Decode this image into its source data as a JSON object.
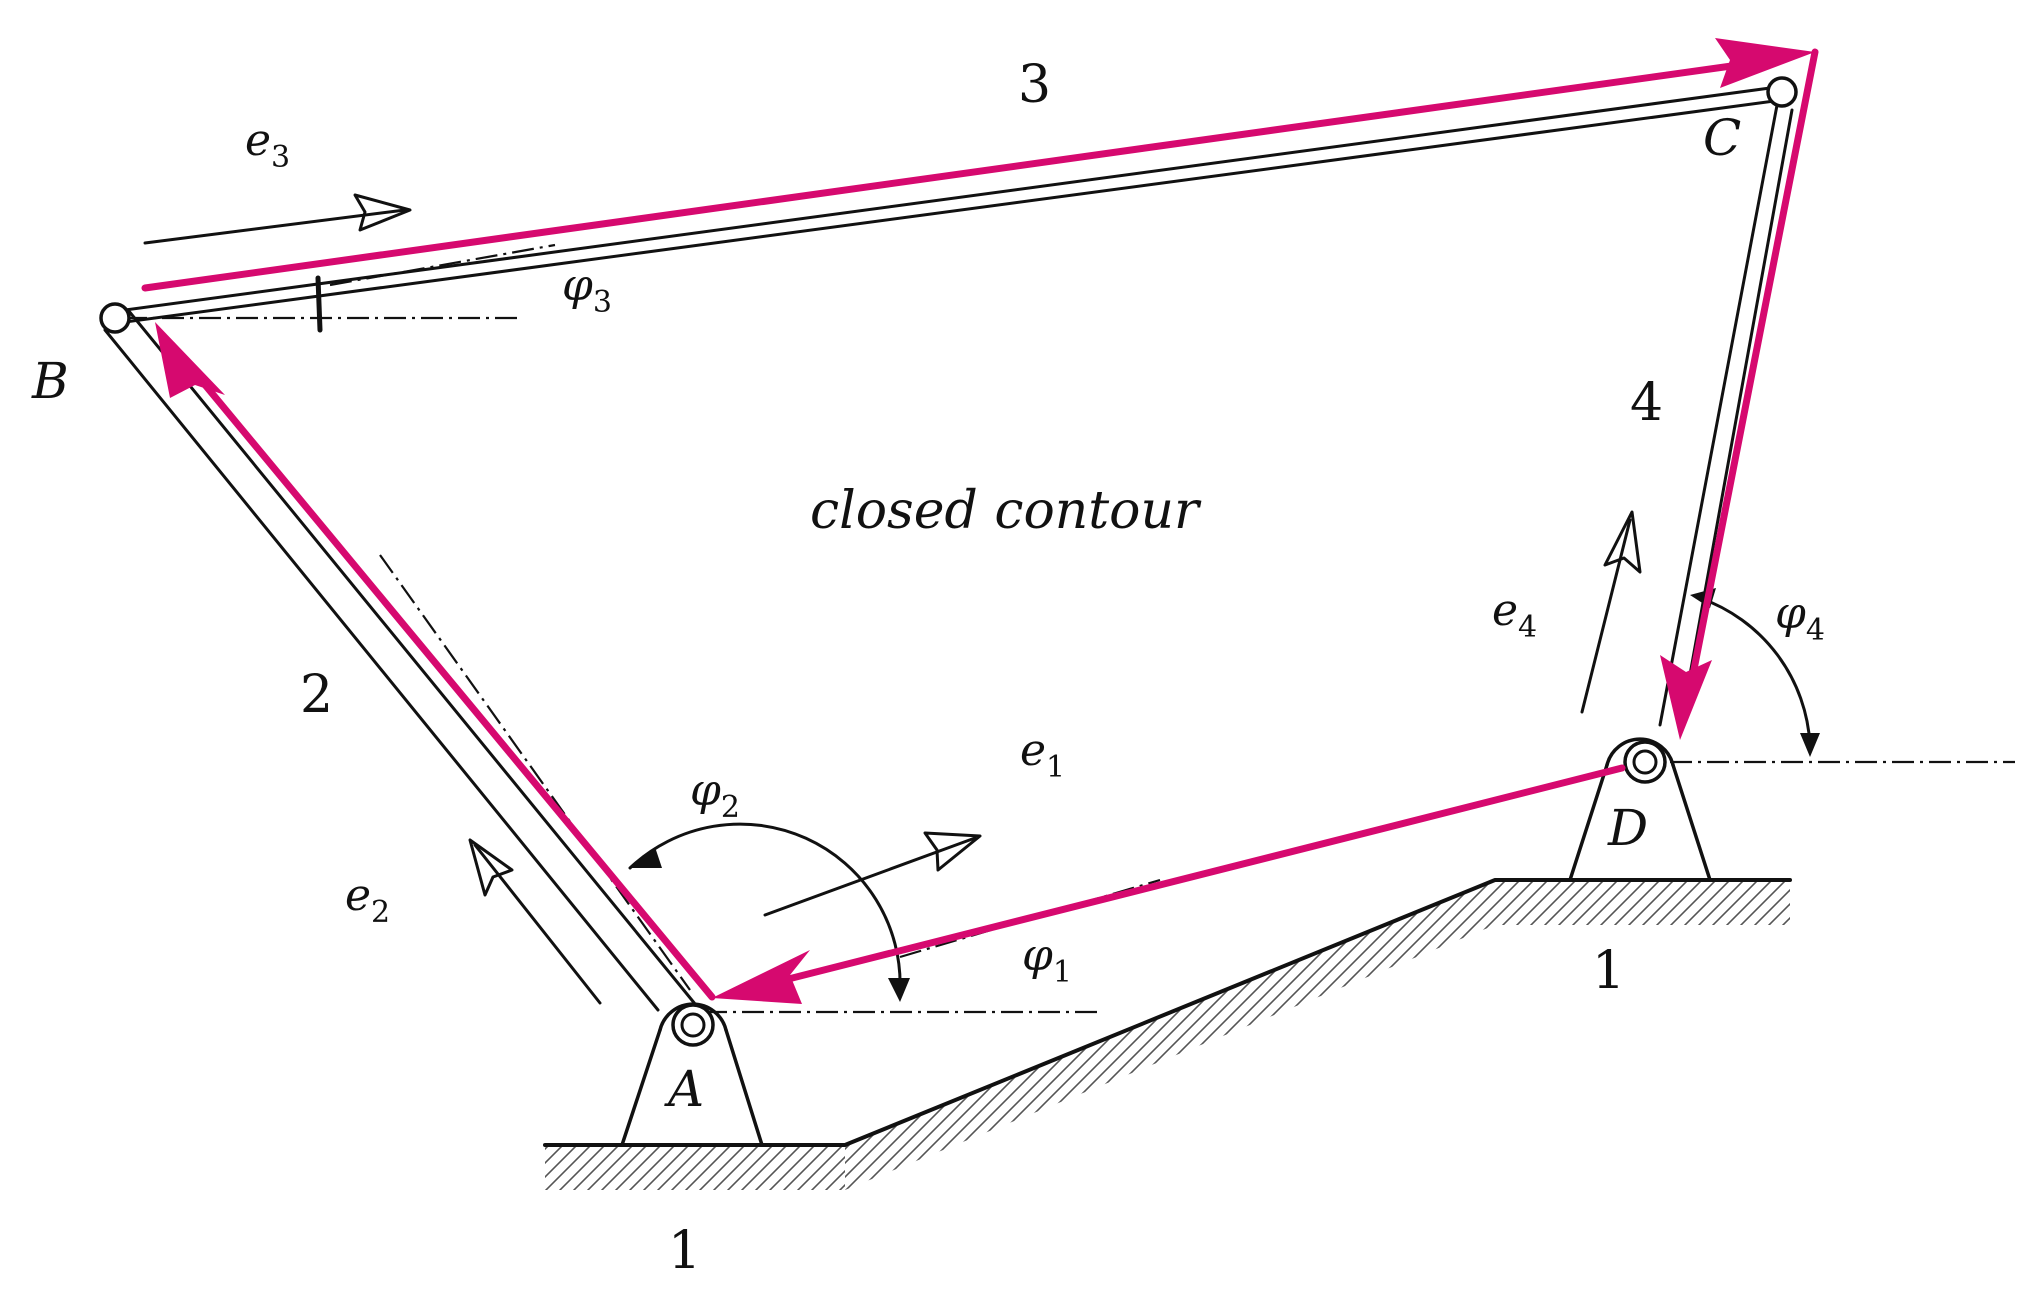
{
  "labels": {
    "contour": "closed contour",
    "link_3": "3",
    "link_2": "2",
    "link_4": "4",
    "ground_left": "1",
    "ground_right": "1",
    "joint_A": "A",
    "joint_B": "B",
    "joint_C": "C",
    "joint_D": "D",
    "e1_base": "e",
    "e1_sub": "1",
    "e2_base": "e",
    "e2_sub": "2",
    "e3_base": "e",
    "e3_sub": "3",
    "e4_base": "e",
    "e4_sub": "4",
    "phi1_base": "φ",
    "phi1_sub": "1",
    "phi2_base": "φ",
    "phi2_sub": "2",
    "phi3_base": "φ",
    "phi3_sub": "3",
    "phi4_base": "φ",
    "phi4_sub": "4"
  },
  "colors": {
    "vector_loop": "#d6096f",
    "linework": "#111111",
    "hatching": "#555555"
  }
}
